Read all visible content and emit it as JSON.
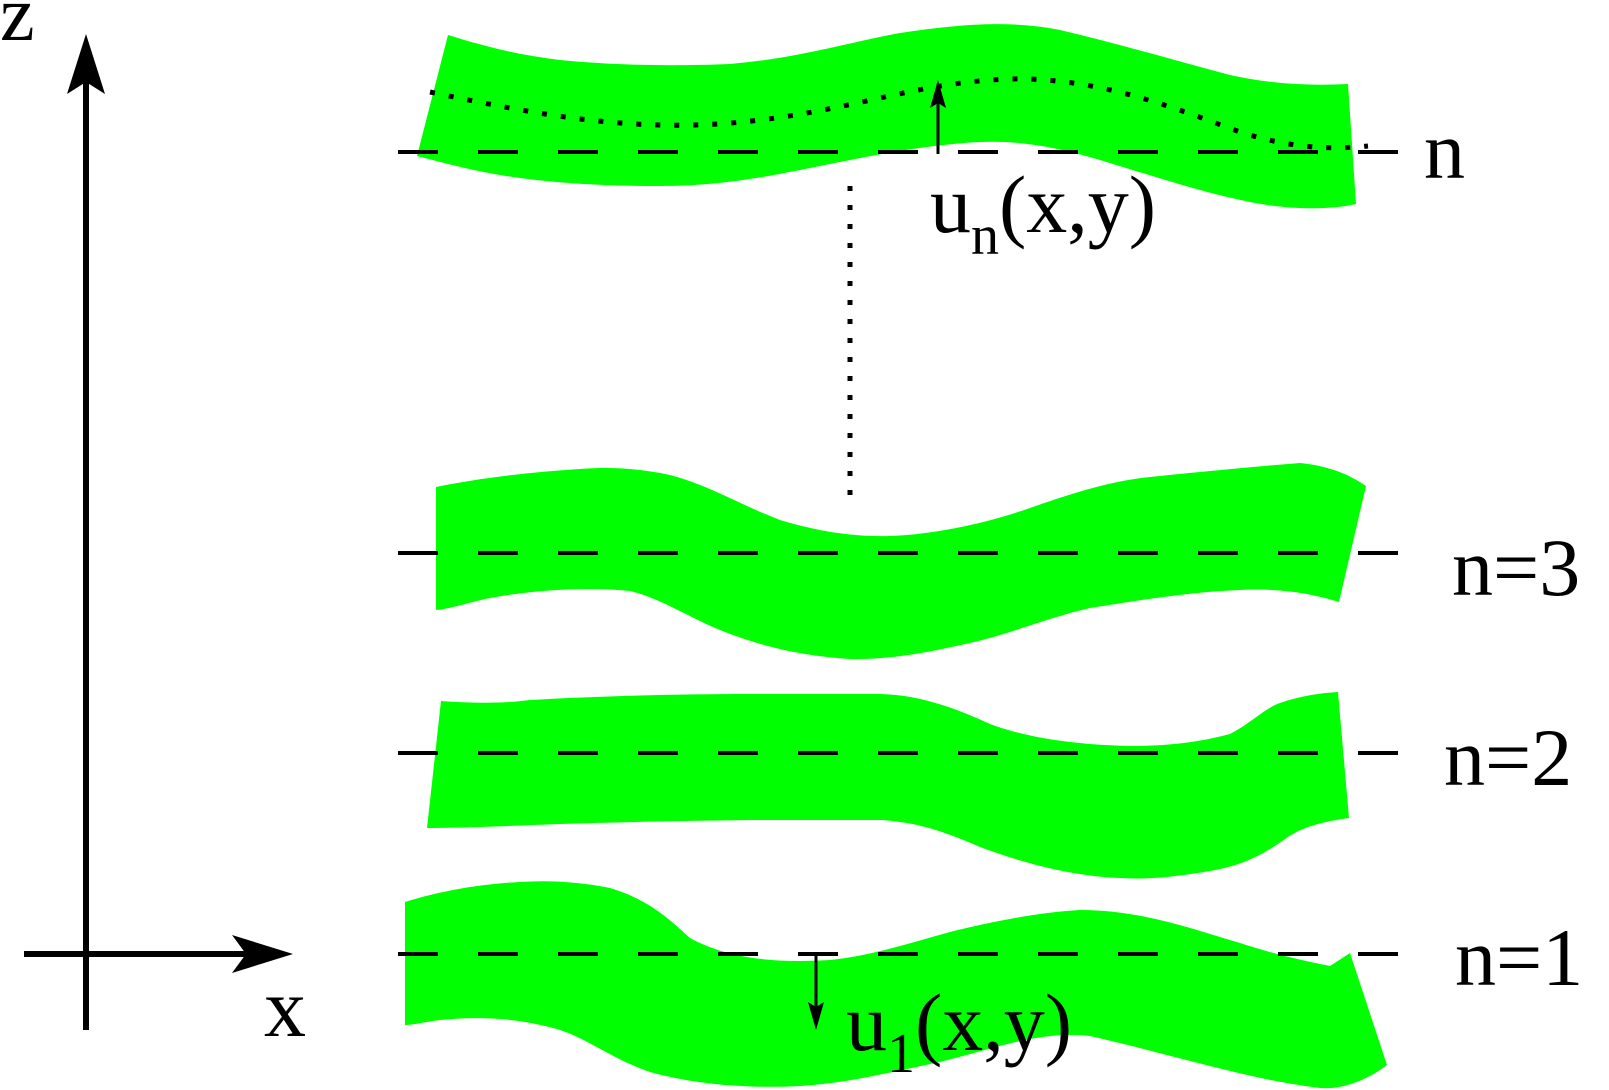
{
  "colors": {
    "layer_fill": "#00ff00",
    "ink": "#000000",
    "background": "#ffffff"
  },
  "axes": {
    "vertical_label": "z",
    "horizontal_label": "x"
  },
  "layers": [
    {
      "label": "n"
    },
    {
      "label": "n=3"
    },
    {
      "label": "n=2"
    },
    {
      "label": "n=1"
    }
  ],
  "displacements": {
    "top": {
      "symbol": "u",
      "subscript": "n",
      "args": "(x,y)"
    },
    "bottom": {
      "symbol": "u",
      "subscript": "1",
      "args": "(x,y)"
    }
  }
}
